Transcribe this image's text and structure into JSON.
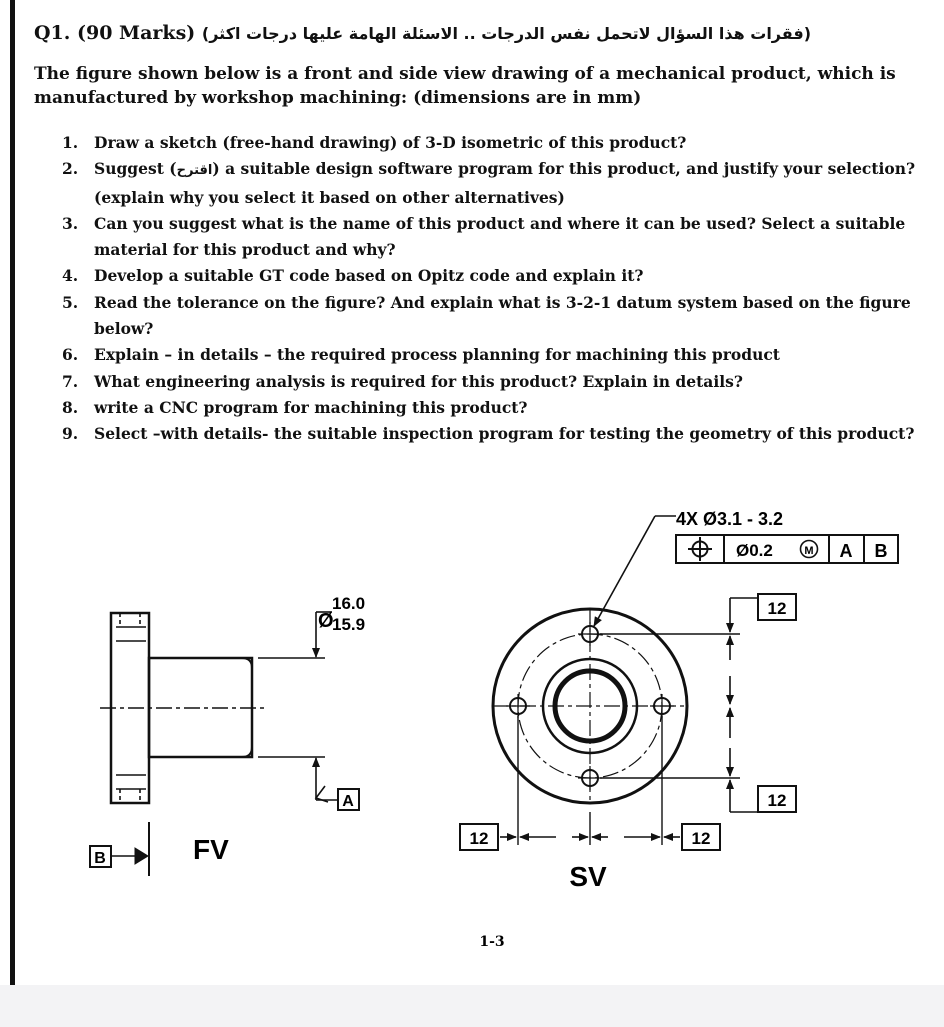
{
  "header": {
    "q_label": "Q1.",
    "marks": "(90 Marks)",
    "arabic_note": "(فقرات هذا السؤال لاتحمل نفس الدرجات .. الاسئلة الهامة عليها درجات اكثر)"
  },
  "intro": "The figure shown below is a front and side view drawing of a mechanical product, which is manufactured by workshop machining: (dimensions are in mm)",
  "questions": [
    {
      "num": "1.",
      "text": "Draw a sketch (free-hand drawing) of 3-D isometric of this product?"
    },
    {
      "num": "2.",
      "pre": "Suggest (",
      "arabic": "اقترح",
      "post": ") a suitable design software program for this product, and justify your selection?",
      "cont": "(explain why you select it based on other alternatives)"
    },
    {
      "num": "3.",
      "text": "Can you suggest what is the name of this product and where it can be used? Select a suitable",
      "cont": "material for this product and why?"
    },
    {
      "num": "4.",
      "text": "Develop a suitable GT code based on Opitz code and explain it?"
    },
    {
      "num": "5.",
      "text": "Read the tolerance on the figure? And explain what is 3-2-1 datum system based on the figure",
      "cont": "below?"
    },
    {
      "num": "6.",
      "text": "Explain – in details – the required process planning for machining this product"
    },
    {
      "num": "7.",
      "text": "What engineering analysis is required for this product? Explain in details?"
    },
    {
      "num": "8.",
      "text": "write a CNC program for machining this product?"
    },
    {
      "num": "9.",
      "text": "Select –with details- the suitable inspection program for testing the geometry of this product?"
    }
  ],
  "drawing": {
    "hole_callout": "4X Ø3.1 - 3.2",
    "fcf": {
      "symbol": "⌖",
      "tolerance": "Ø0.2",
      "modifier": "M",
      "datum1": "A",
      "datum2": "B"
    },
    "dia_upper": "16.0",
    "dia_lower": "15.9",
    "dia_symbol": "Ø",
    "datum_a": "A",
    "datum_b": "B",
    "fv_label": "FV",
    "sv_label": "SV",
    "dim_12": "12"
  },
  "page_number": "1-3"
}
